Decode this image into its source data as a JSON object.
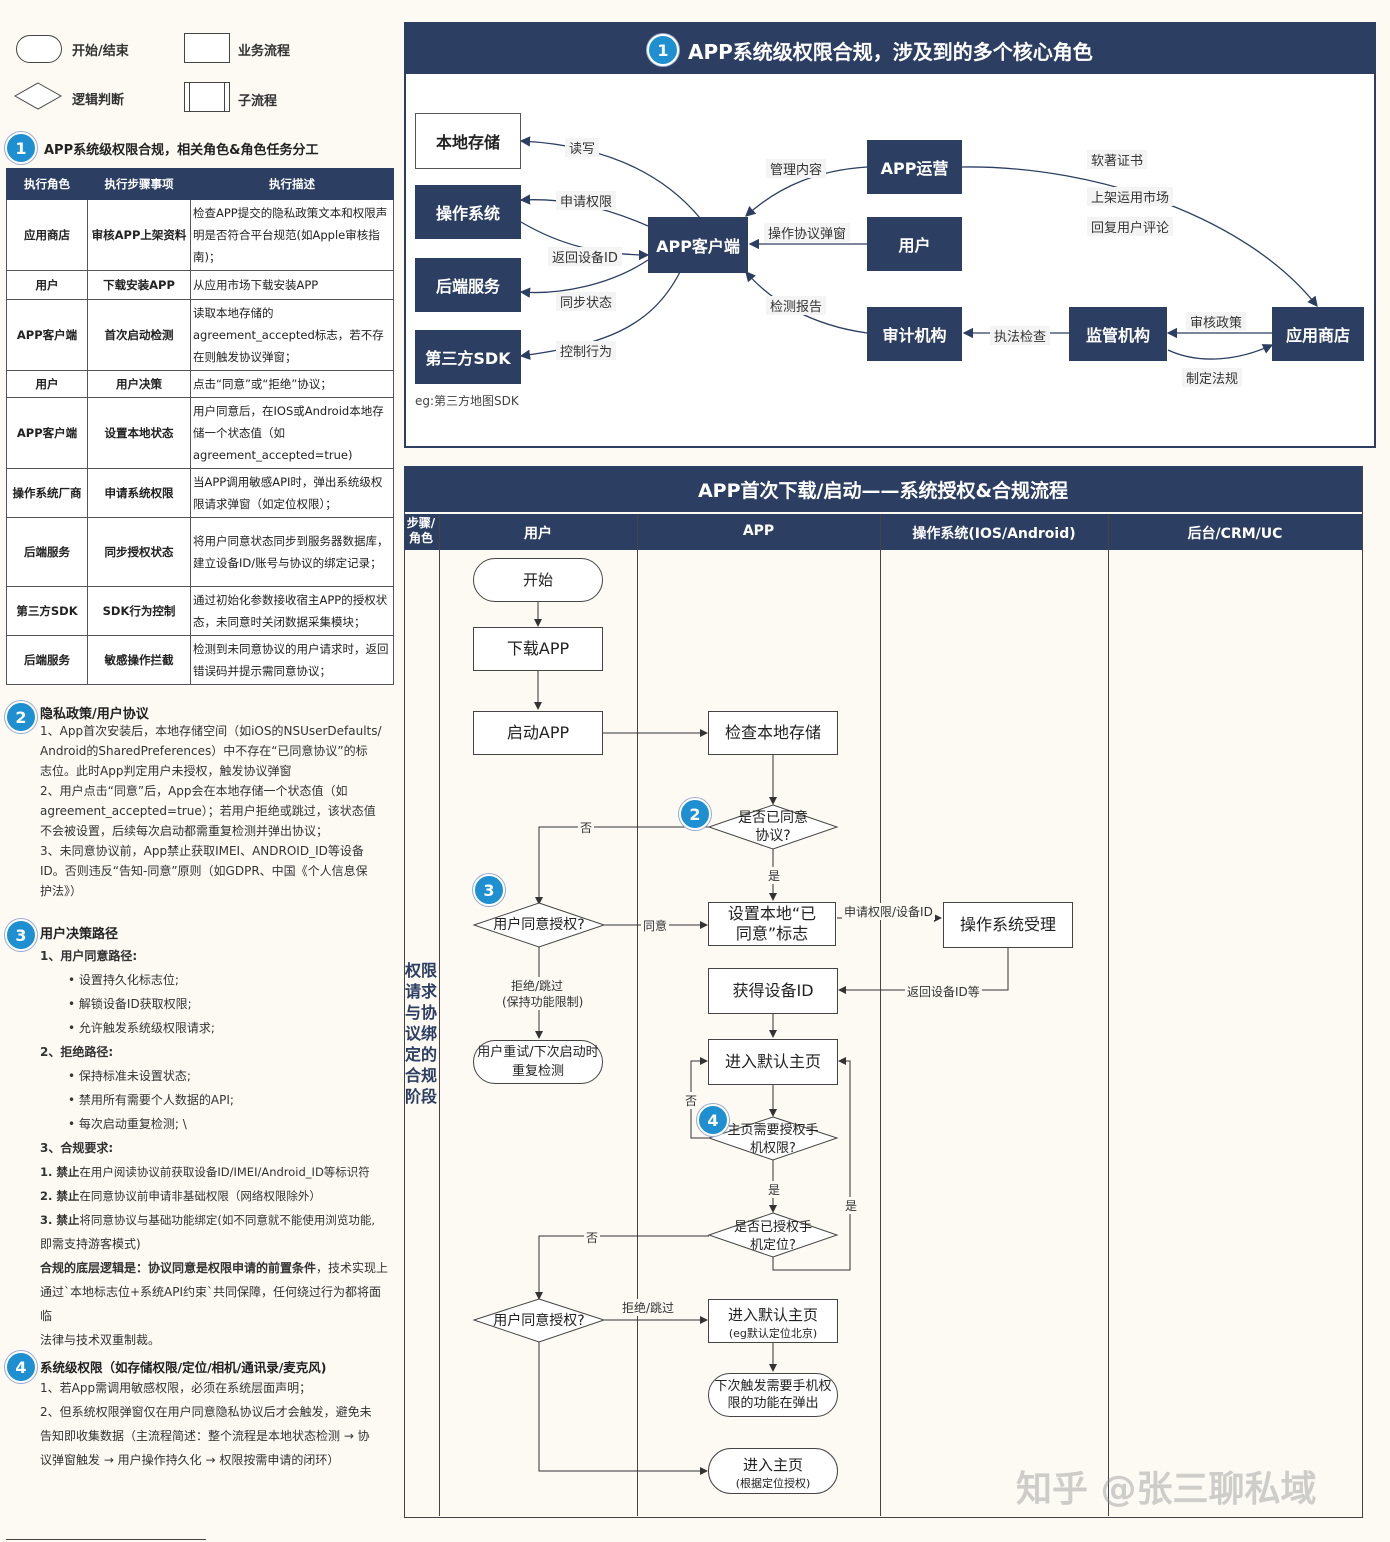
{
  "legend": {
    "start_end": "开始/结束",
    "process": "业务流程",
    "decision": "逻辑判断",
    "subprocess": "子流程"
  },
  "section1": {
    "num": "1",
    "title": "APP系统级权限合规，相关角色&角色任务分工",
    "headers": [
      "执行角色",
      "执行步骤事项",
      "执行描述"
    ],
    "rows": [
      {
        "role": "应用商店",
        "step": "审核APP上架资料",
        "desc": "检查APP提交的隐私政策文本和权限声明是否符合平台规范(如Apple审核指南)；"
      },
      {
        "role": "用户",
        "step": "下载安装APP",
        "desc": "从应用市场下载安装APP"
      },
      {
        "role": "APP客户端",
        "step": "首次启动检测",
        "desc": "读取本地存储的agreement_accepted标志，若不存在则触发协议弹窗；"
      },
      {
        "role": "用户",
        "step": "用户决策",
        "desc": "点击“同意”或“拒绝”协议；"
      },
      {
        "role": "APP客户端",
        "step": "设置本地状态",
        "desc": "用户同意后，在IOS或Android本地存储一个状态值（如agreement_accepted=true)"
      },
      {
        "role": "操作系统厂商",
        "step": "申请系统权限",
        "desc": "当APP调用敏感API时，弹出系统级权限请求弹窗（如定位权限）；"
      },
      {
        "role": "后端服务",
        "step": "同步授权状态",
        "desc": "将用户同意状态同步到服务器数据库，建立设备ID/账号与协议的绑定记录；"
      },
      {
        "role": "第三方SDK",
        "step": "SDK行为控制",
        "desc": "通过初始化参数接收宿主APP的授权状态，未同意时关闭数据采集模块；"
      },
      {
        "role": "后端服务",
        "step": "敏感操作拦截",
        "desc": "检测到未同意协议的用户请求时，返回错误码并提示需同意协议；"
      }
    ]
  },
  "section2": {
    "num": "2",
    "title": "隐私政策/用户协议",
    "lines": [
      "1、App首次安装后，本地存储空间（如iOS的NSUserDefaults/",
      "Android的SharedPreferences）中不存在“已同意协议”的标",
      "志位。此时App判定用户未授权，触发协议弹窗",
      "2、用户点击“同意”后，App会在本地存储一个状态值（如",
      "agreement_accepted=true）；若用户拒绝或跳过，该状态值",
      "不会被设置，后续每次启动都需重复检测并弹出协议；",
      "3、未同意协议前，App禁止获取IMEI、ANDROID_ID等设备",
      "ID。否则违反“告知-同意”原则（如GDPR、中国《个人信息保",
      "护法》）"
    ]
  },
  "section3": {
    "num": "3",
    "title": "用户决策路径",
    "agree_title": "1、用户同意路径:",
    "agree_items": [
      "设置持久化标志位;",
      "解锁设备ID获取权限;",
      "允许触发系统级权限请求;"
    ],
    "reject_title": "2、拒绝路径:",
    "reject_items": [
      "保持标准未设置状态;",
      "禁用所有需要个人数据的API;",
      "每次启动重复检测; \\"
    ],
    "req_title": "3、合规要求:",
    "req_items": [
      {
        "bold": "1. 禁止",
        "text": "在用户阅读协议前获取设备ID/IMEI/Android_ID等标识符"
      },
      {
        "bold": "2. 禁止",
        "text": "在同意协议前申请非基础权限（网络权限除外）"
      },
      {
        "bold": "3. 禁止",
        "text": "将同意协议与基础功能绑定(如不同意就不能使用浏览功能,"
      }
    ],
    "req_tail": "即需支持游客模式)",
    "bottom_bold": "合规的底层逻辑是：协议同意是权限申请的前置条件",
    "bottom_text": "，技术实现上",
    "bottom_lines": [
      "通过`本地标志位+系统API约束`共同保障，任何绕过行为都将面临",
      "法律与技术双重制裁。"
    ]
  },
  "section4": {
    "num": "4",
    "title": "系统级权限（如存储权限/定位/相机/通讯录/麦克风)",
    "lines": [
      "1、若App需调用敏感权限，必须在系统层面声明；",
      "2、但系统权限弹窗仅在用户同意隐私协议后才会触发，避免未",
      "告知即收集数据（主流程简述：整个流程是本地状态检测 → 协",
      "议弹窗触发 → 用户操作持久化 → 权限按需申请的闭环）"
    ]
  },
  "roles_panel": {
    "num": "1",
    "title": "APP系统级权限合规，涉及到的多个核心角色",
    "boxes": {
      "local_storage": "本地存储",
      "os": "操作系统",
      "backend": "后端服务",
      "sdk": "第三方SDK",
      "client": "APP客户端",
      "operator": "APP运营",
      "user": "用户",
      "audit": "审计机构",
      "regulator": "监管机构",
      "store": "应用商店"
    },
    "labels": {
      "rw": "读写",
      "request_perm": "申请权限",
      "return_id": "返回设备ID",
      "sync_state": "同步状态",
      "control": "控制行为",
      "manage": "管理内容",
      "protocol_popup": "操作协议弹窗",
      "report": "检测报告",
      "cert": "软著证书",
      "listing": "上架运用市场",
      "reply": "回复用户评论",
      "review_policy": "审核政策",
      "enforce": "执法检查",
      "laws": "制定法规",
      "sdk_eg": "eg:第三方地图SDK"
    }
  },
  "flow": {
    "title": "APP首次下载/启动——系统授权&合规流程",
    "lanes": [
      "步骤/角色",
      "用户",
      "APP",
      "操作系统(IOS/Android)",
      "后台/CRM/UC"
    ],
    "phase": "权限请求与协议绑定的合规阶段",
    "nodes": {
      "start": "开始",
      "download": "下载APP",
      "launch": "启动APP",
      "check_local": "检查本地存储",
      "agreed_q": "是否已同意协议?",
      "user_agree_q": "用户同意授权?",
      "set_local": "设置本地“已同意”标志",
      "os_accept": "操作系统受理",
      "get_id": "获得设备ID",
      "retry": "用户重试/下次启动时重复检测",
      "enter_home": "进入默认主页",
      "home_need_q": "主页需要授权手机权限?",
      "located_q": "是否已授权手机定位?",
      "user_agree_q2": "用户同意授权?",
      "enter_default": "进入默认主页",
      "enter_default_sub": "(eg默认定位北京)",
      "next_trigger": "下次触发需要手机权限的功能在弹出",
      "enter_main": "进入主页",
      "enter_main_sub": "(根据定位授权)"
    },
    "edge_labels": {
      "no": "否",
      "yes": "是",
      "agree": "同意",
      "reject_skip": "拒绝/跳过",
      "keep_limit": "(保持功能限制)",
      "req_perm_id": "申请权限/设备ID",
      "return_id": "返回设备ID等"
    }
  },
  "watermark": "知乎 @张三聊私域"
}
